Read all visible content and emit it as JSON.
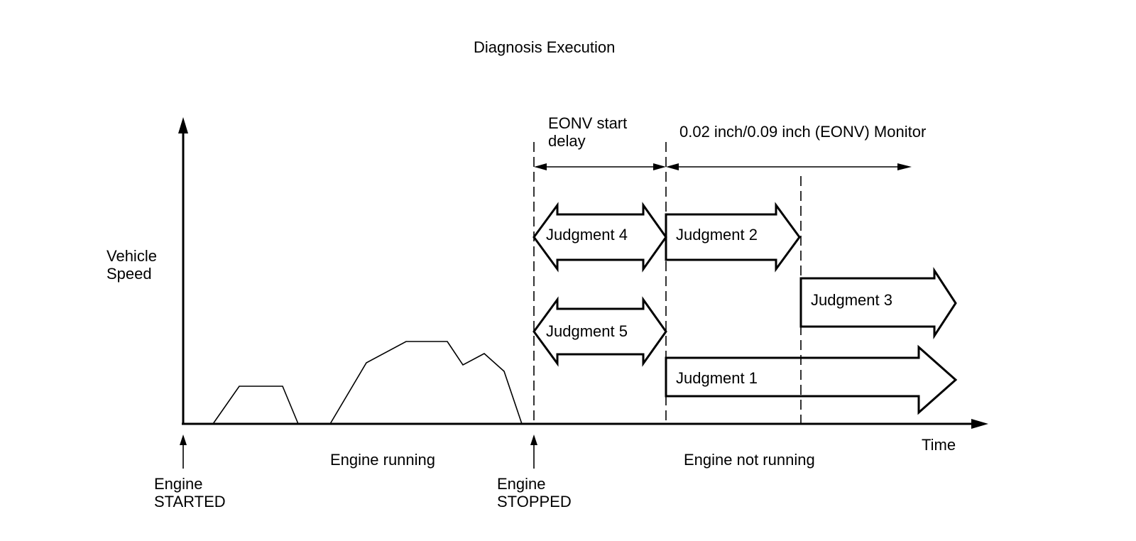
{
  "title": "Diagnosis Execution",
  "y_axis_label": [
    "Vehicle",
    "Speed"
  ],
  "x_axis_label": "Time",
  "phases": {
    "running": "Engine running",
    "not_running": "Engine not running"
  },
  "events": {
    "start": [
      "Engine",
      "STARTED"
    ],
    "stop": [
      "Engine",
      "STOPPED"
    ]
  },
  "intervals": {
    "start_delay": [
      "EONV start",
      "delay"
    ],
    "monitor": "0.02 inch/0.09 inch (EONV) Monitor"
  },
  "judgments": {
    "j1": "Judgment 1",
    "j2": "Judgment 2",
    "j3": "Judgment 3",
    "j4": "Judgment 4",
    "j5": "Judgment 5"
  }
}
